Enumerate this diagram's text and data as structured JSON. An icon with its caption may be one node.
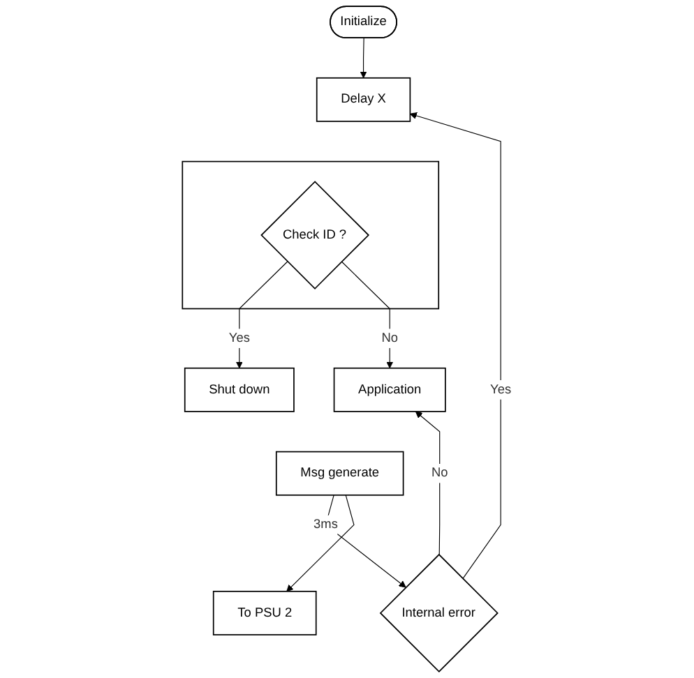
{
  "diagram": {
    "nodes": [
      {
        "text": [
          "Initialize"
        ]
      },
      {
        "text": [
          "Delay X"
        ]
      },
      {
        "text": [],
        "shape": "box"
      },
      {
        "text": [
          "Check ID ?"
        ],
        "in": 2
      },
      {
        "text": [
          "Shut down"
        ]
      },
      {
        "text": [
          "Application"
        ]
      },
      {
        "text": [
          "Msg generate"
        ]
      },
      {
        "text": [
          "Internal error"
        ]
      },
      {
        "text": [
          "To PSU 2"
        ]
      }
    ],
    "edges": [
      {
        "from": 0,
        "to": 1,
        "arrow": "to"
      },
      {
        "from": 3,
        "to": 4,
        "label": "Yes",
        "arrow": "to"
      },
      {
        "from": 3,
        "to": 5,
        "label": "No",
        "arrow": "to"
      },
      {
        "from": 7,
        "to": 1,
        "label": "Yes",
        "arrow": "to"
      },
      {
        "from": 7,
        "to": 5,
        "label": "No",
        "arrow": "to"
      },
      {
        "from": 6,
        "to": 7,
        "label": "3ms",
        "arrow": "to"
      },
      {
        "from": 6,
        "to": 8,
        "arrow": "to"
      }
    ]
  }
}
